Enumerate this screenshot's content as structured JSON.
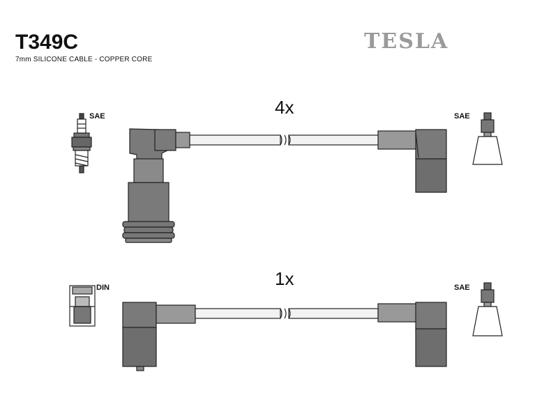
{
  "header": {
    "code": "T349C",
    "subtitle": "7mm SILICONE CABLE - COPPER CORE",
    "brand": "TESLA"
  },
  "sets": [
    {
      "quantity": "4x",
      "left_terminal": "SAE",
      "right_terminal": "SAE"
    },
    {
      "quantity": "1x",
      "left_terminal": "DIN",
      "right_terminal": "SAE"
    }
  ],
  "colors": {
    "boot_fill": "#7a7a7a",
    "cable_fill": "#f2f2f2",
    "outline": "#222222",
    "brand": "#9a9a9a"
  },
  "icons": [
    "spark-plug-icon",
    "sae-terminal-icon",
    "din-terminal-icon"
  ]
}
